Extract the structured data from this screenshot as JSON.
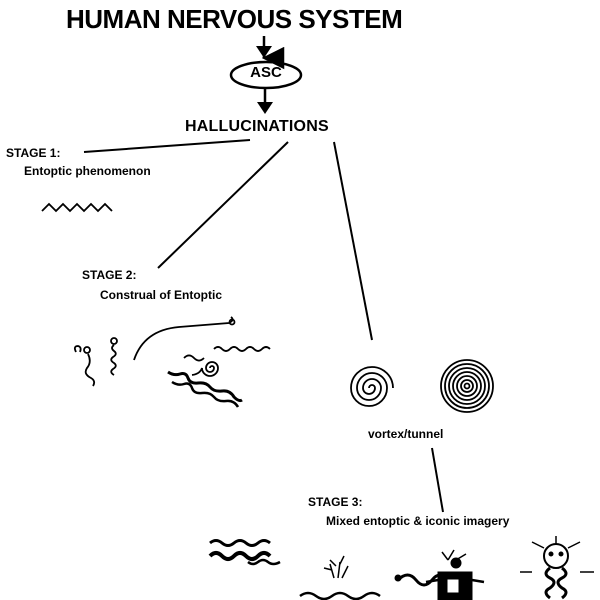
{
  "title": "HUMAN NERVOUS SYSTEM",
  "asc": "ASC",
  "hallucinations": "HALLUCINATIONS",
  "stage1": {
    "heading": "STAGE 1:",
    "description": "Entoptic phenomenon"
  },
  "stage2": {
    "heading": "STAGE 2:",
    "description": "Construal of Entoptic"
  },
  "stage3": {
    "heading": "STAGE 3:",
    "description": "Mixed entoptic & iconic imagery"
  },
  "vortex": "vortex/tunnel",
  "ink_color": "#000000"
}
